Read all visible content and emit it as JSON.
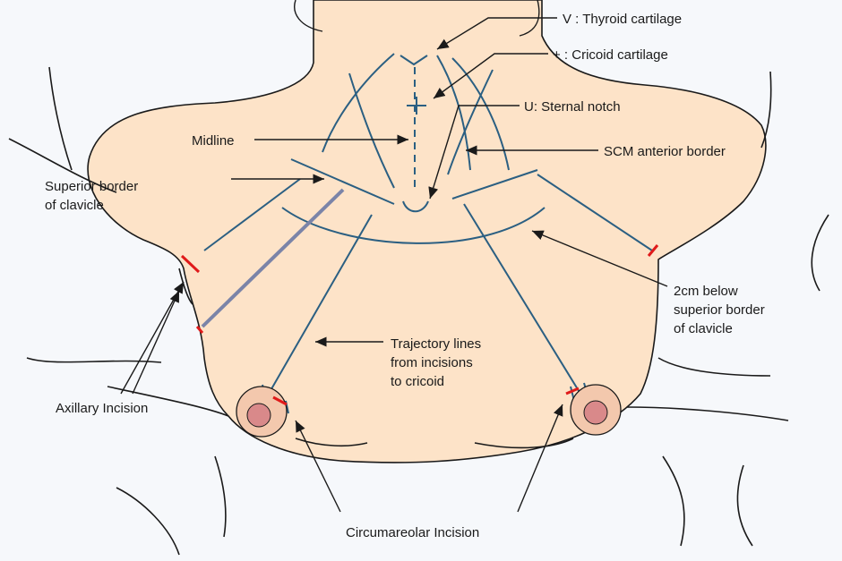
{
  "colors": {
    "skin": "#fde3c8",
    "skin_outline": "#1a1a1a",
    "trajectory": "#2b5f82",
    "incision": "#e01a1a",
    "pointer": "#1a1a1a",
    "areola": "#f3c8ad",
    "nipple": "#d9898a",
    "axillary_trajectory": "#7b84a8"
  },
  "landmarks": {
    "thyroid_cartilage": "V : Thyroid cartilage",
    "cricoid_cartilage": "+ : Cricoid cartilage",
    "sternal_notch": "U: Sternal notch",
    "midline": "Midline",
    "scm_anterior_border": "SCM anterior border",
    "superior_border_clavicle_line1": "Superior border",
    "superior_border_clavicle_line2": "of clavicle",
    "below_clavicle_line1": "2cm below",
    "below_clavicle_line2": "superior border",
    "below_clavicle_line3": "of clavicle",
    "trajectory_line1": "Trajectory lines",
    "trajectory_line2": "from incisions",
    "trajectory_line3": "to cricoid"
  },
  "incisions": {
    "axillary": "Axillary Incision",
    "circumareolar": "Circumareolar Incision"
  }
}
